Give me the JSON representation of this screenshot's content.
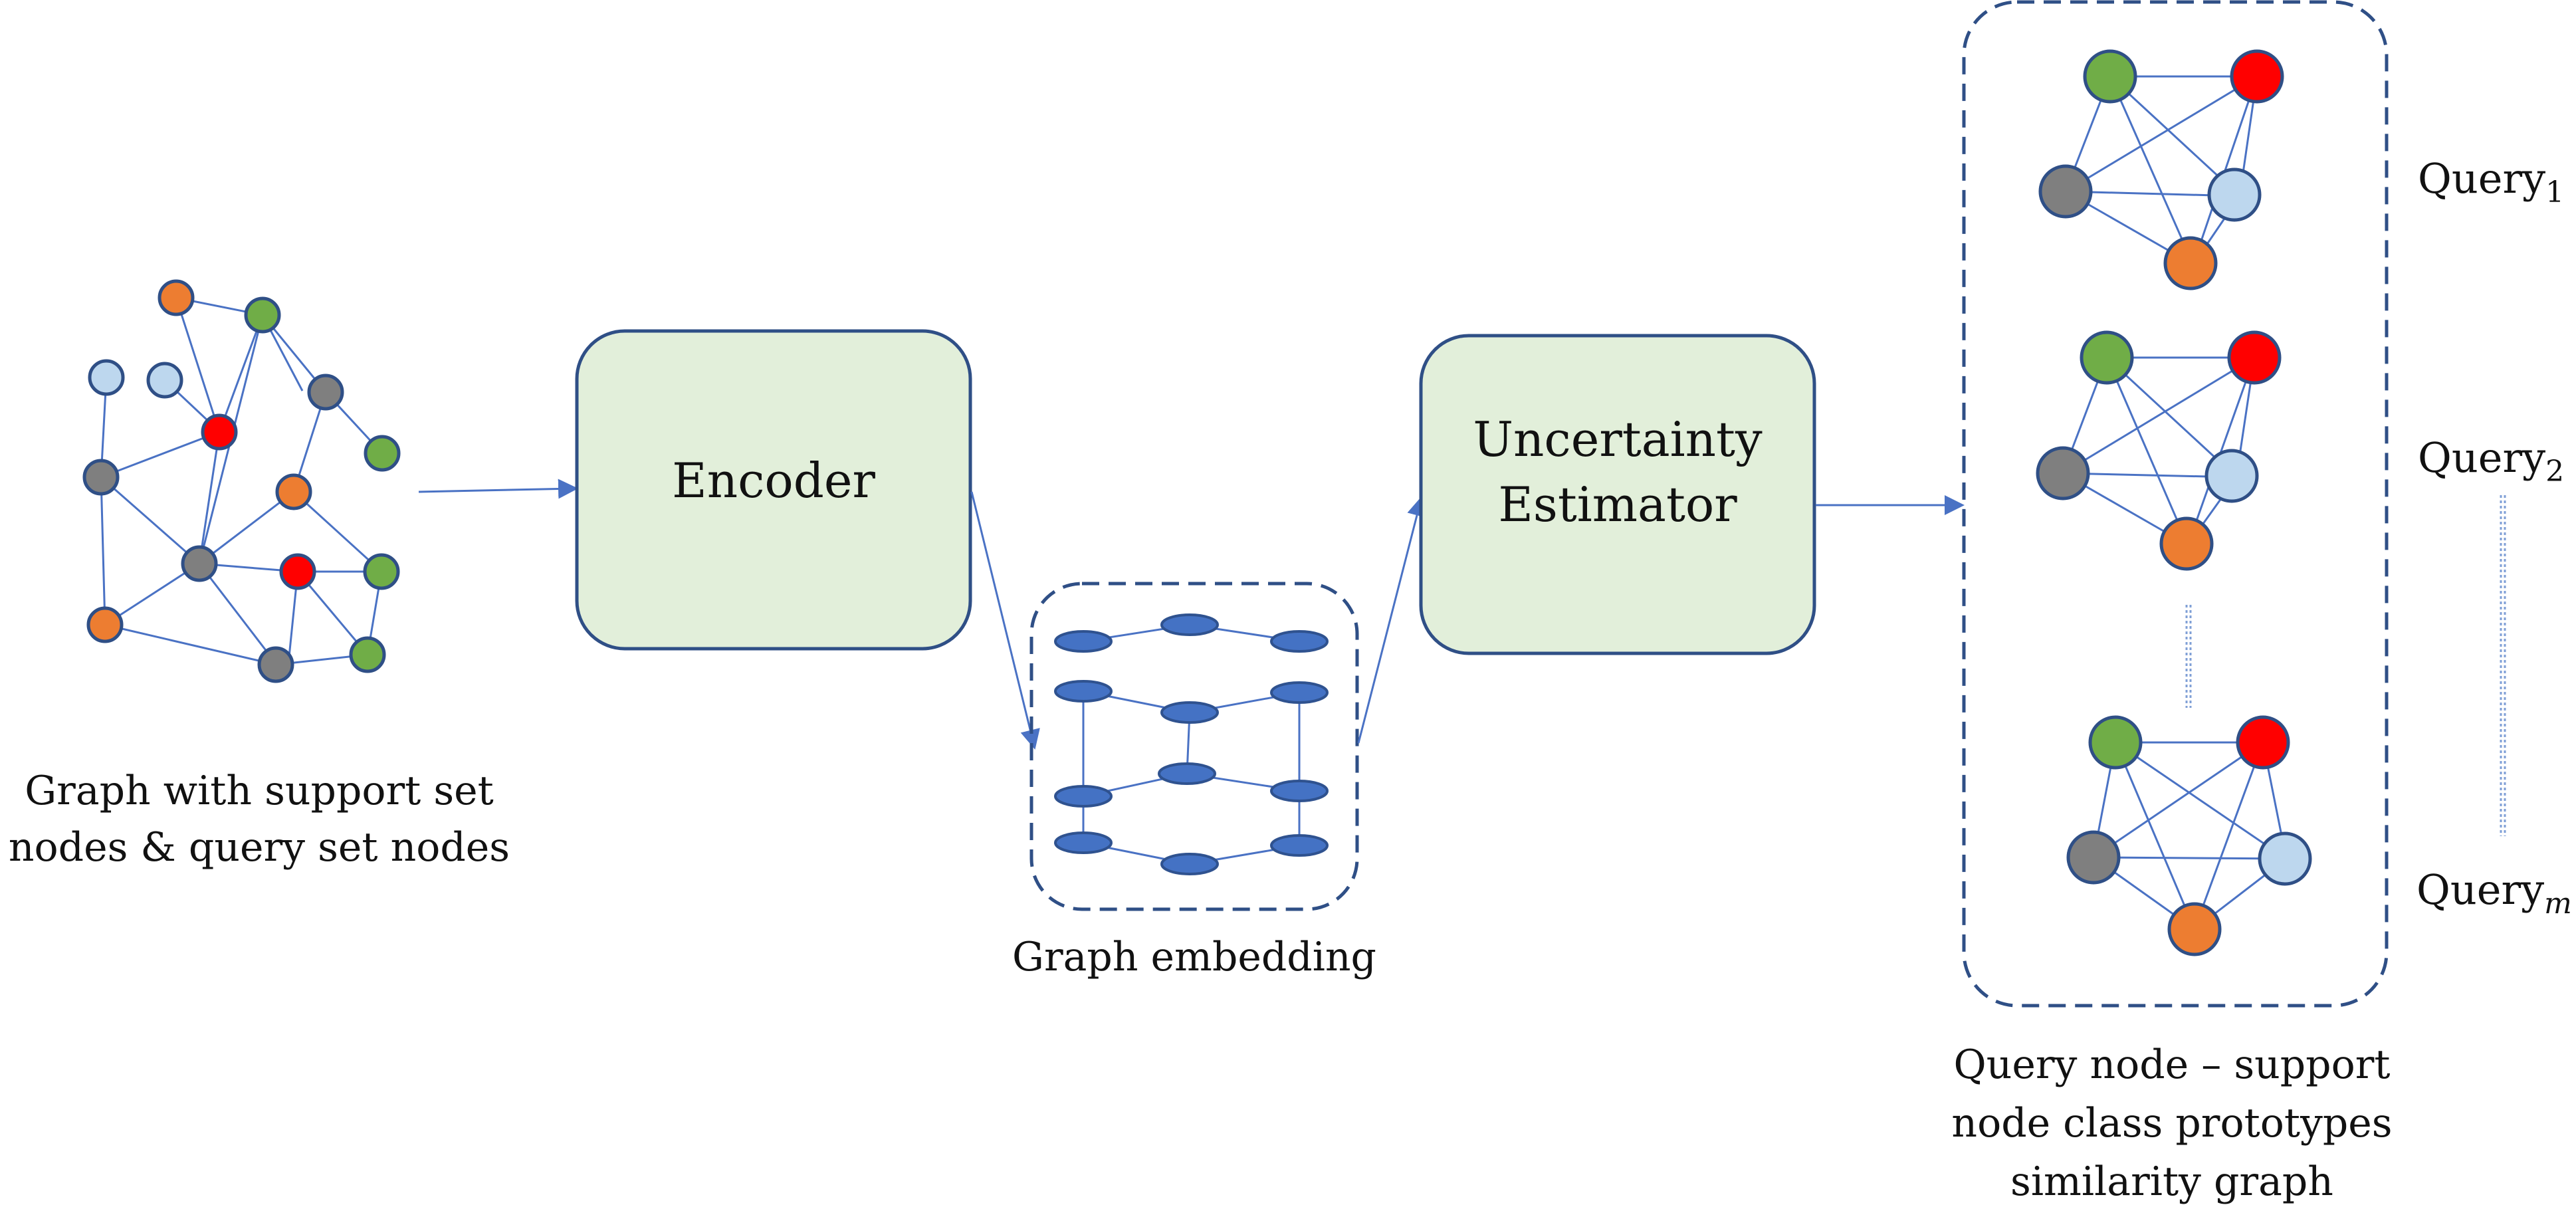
{
  "input_graph": {
    "caption_line1": "Graph with support set",
    "caption_line2": "nodes & query set nodes"
  },
  "encoder": {
    "label": "Encoder"
  },
  "embedding": {
    "caption": "Graph embedding"
  },
  "estimator": {
    "label_line1": "Uncertainty",
    "label_line2": "Estimator"
  },
  "similarity": {
    "caption_line1": "Query node – support",
    "caption_line2": "node class prototypes",
    "caption_line3": "similarity graph"
  },
  "queries": {
    "q1": {
      "base": "Query",
      "sub": "1"
    },
    "q2": {
      "base": "Query",
      "sub": "2"
    },
    "qm": {
      "base": "Query",
      "sub": "m"
    }
  },
  "colors": {
    "green": "#70ad47",
    "red": "#ff0000",
    "grey": "#7f7f7f",
    "light_blue": "#bdd7ee",
    "orange": "#ed7d31",
    "box_fill": "#e2efda",
    "edge_blue": "#4a72c4",
    "embedding_blue": "#4472c4"
  }
}
